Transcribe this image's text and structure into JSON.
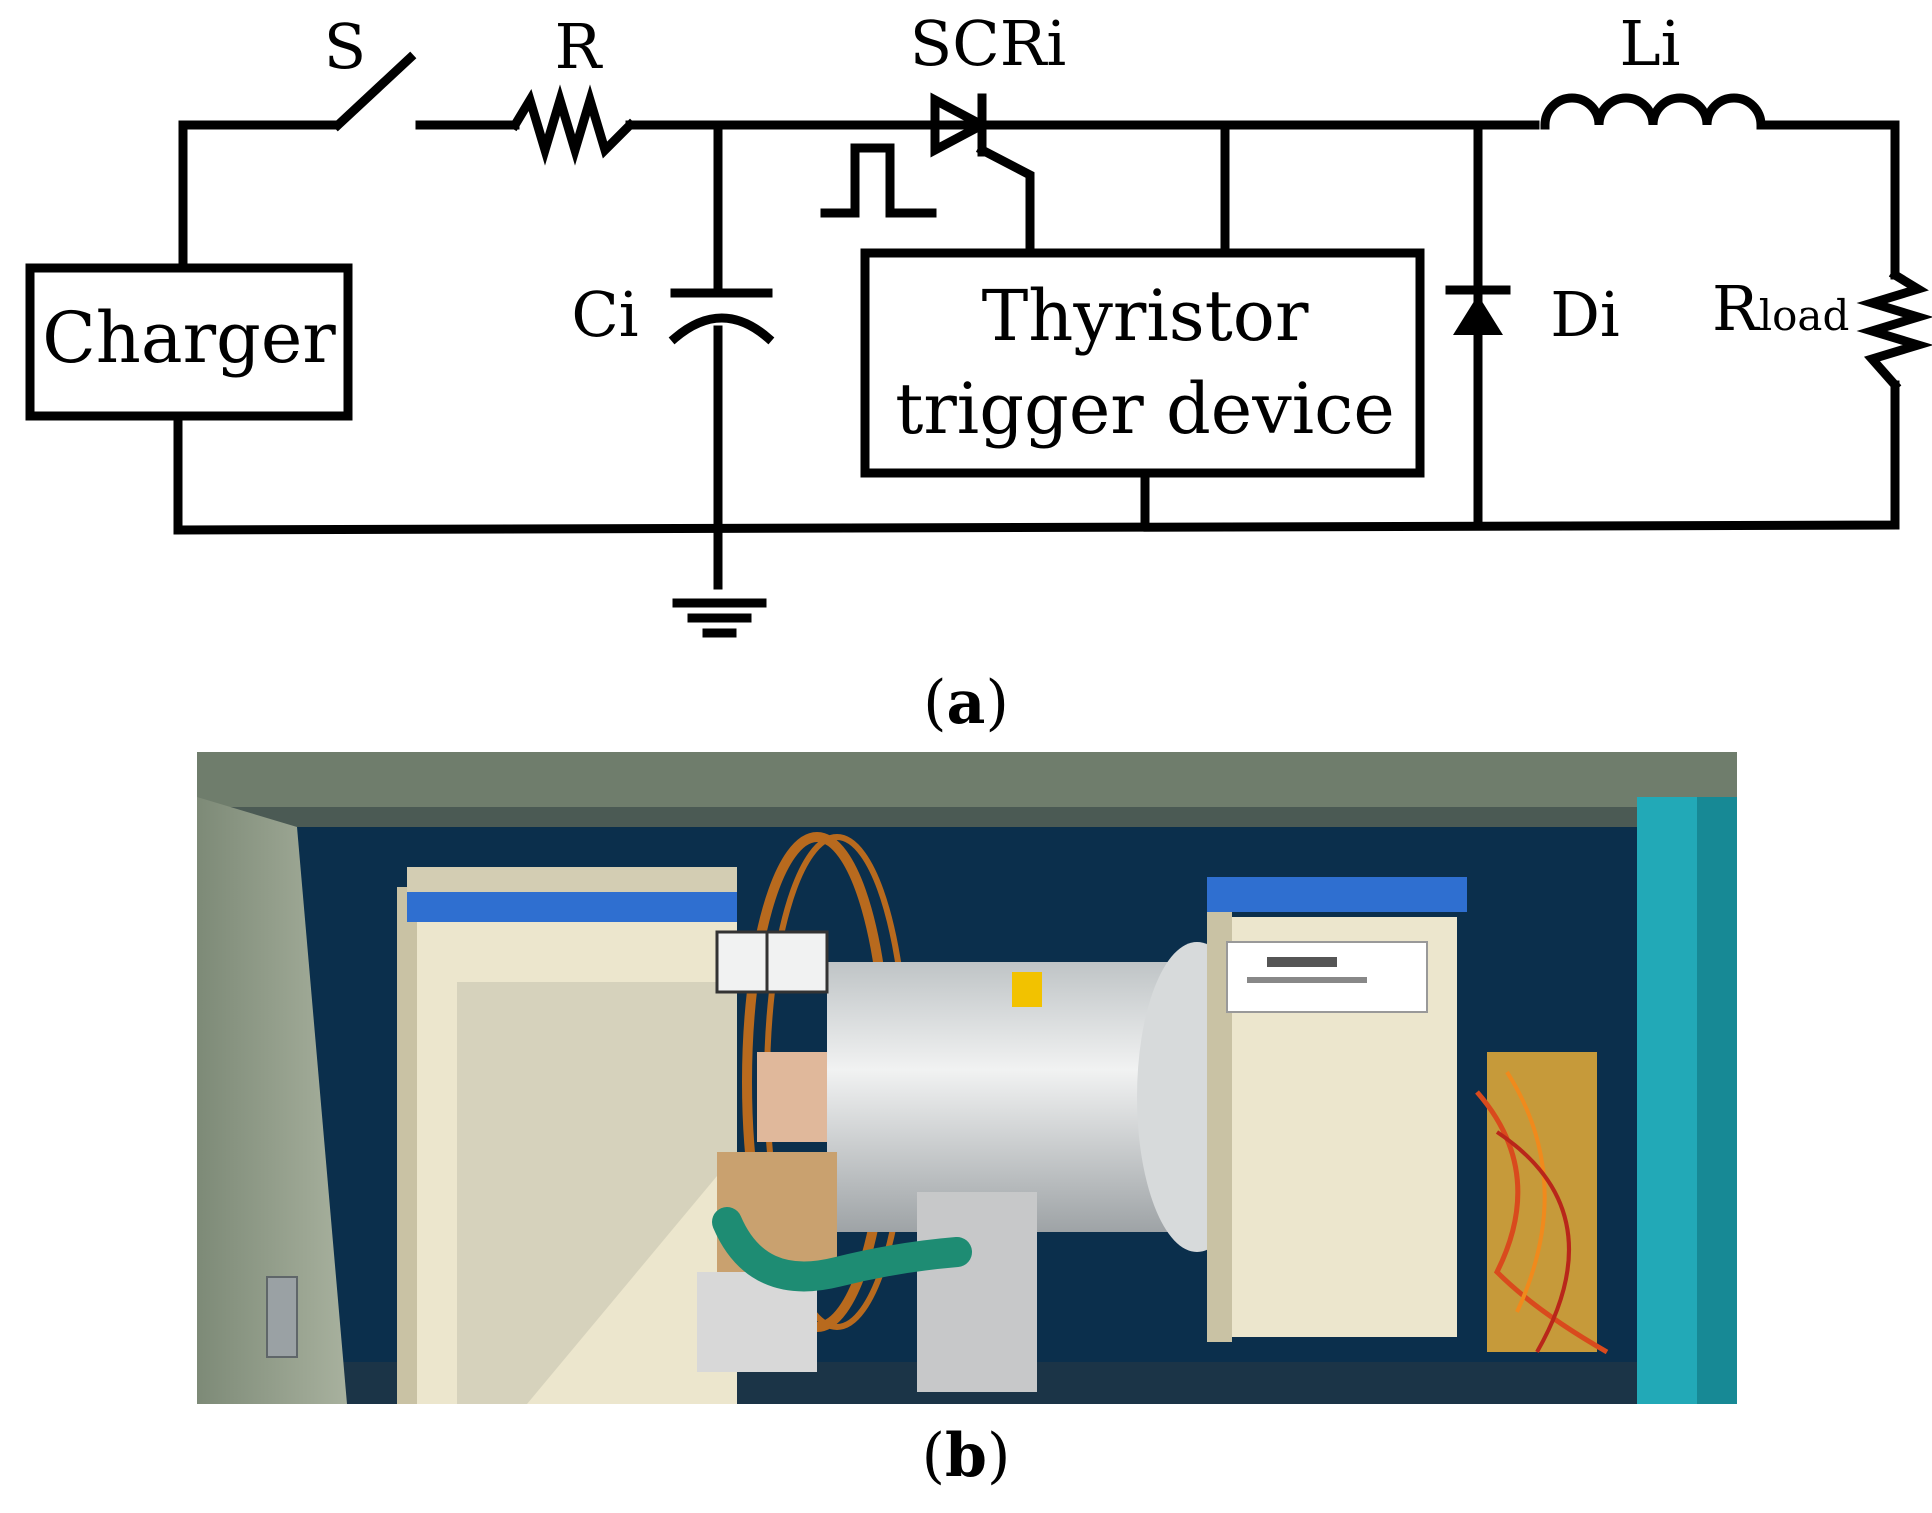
{
  "circuit": {
    "labels": {
      "switch": "S",
      "resistor": "R",
      "thyristor": "SCRi",
      "inductor": "Li",
      "capacitor": "Ci",
      "diode": "Di",
      "load": "R",
      "load_subscript": "load",
      "charger": "Charger",
      "trigger_line1": "Thyristor",
      "trigger_line2": "trigger device"
    },
    "caption_open": "(",
    "caption_letter": "a",
    "caption_close": ")"
  },
  "photo": {
    "caption_open": "(",
    "caption_letter": "b",
    "caption_close": ")",
    "label_text": "",
    "colors": {
      "cabinet_green": "#8d9a86",
      "interior_blue": "#0b2f4c",
      "cyan_frame": "#22a9b7",
      "box_beige": "#ece6cd",
      "blue_lid": "#2f6fd0",
      "copper": "#b86a1e",
      "coil_white": "#e7e9ea",
      "hose_green": "#1e8c73"
    }
  }
}
